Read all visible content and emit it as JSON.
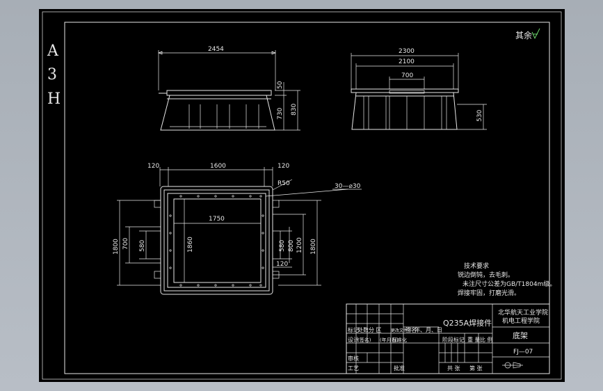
{
  "sheet": {
    "format_label": [
      "A",
      "3",
      "H"
    ],
    "roughness_note": "其余"
  },
  "front_view": {
    "dims": {
      "overall_width": "2454",
      "top_thickness": "50",
      "height_730": "730",
      "height_830": "830"
    }
  },
  "side_view": {
    "dims": {
      "overall_width": "2300",
      "inner_width": "2100",
      "opening_width": "700",
      "height_530": "530"
    }
  },
  "plan_view": {
    "dims": {
      "left_margin": "120",
      "middle_span": "1600",
      "right_margin": "120",
      "corner_radius": "R50",
      "hole_note": "30—⌀30",
      "inner_width": "1750",
      "outer_height": "1800",
      "height_700": "700",
      "height_580": "580",
      "inner_height": "1860",
      "right_580": "580",
      "right_800": "800",
      "right_1200": "1200",
      "right_1800": "1800",
      "right_offset": "120"
    }
  },
  "tech_requirements": {
    "heading": "技术要求",
    "lines": [
      "锐边倒钝，去毛刺。",
      "未注尺寸公差为GB/T1804m级。",
      "焊接牢固，打磨光滑。"
    ]
  },
  "title_block": {
    "material": "Q235A焊接件",
    "school_line1": "北华航天工业学院",
    "school_line2": "机电工程学院",
    "drawing_name": "底架",
    "drawing_code": "FJ—07",
    "cells": {
      "biaoji": "标记",
      "chushu": "处数",
      "fenqu": "分 区",
      "gengai": "更改文件号",
      "qianming": "签名",
      "nianyueri": "年、月、日",
      "sheji": "设计",
      "qianming2": "(签名)",
      "nianyueri2": "(年月日)",
      "biaozhunhua": "标准化",
      "jieduan": "阶段标记",
      "zhongliang": "重 量",
      "bili": "比 例",
      "shenhe": "审核",
      "gongyi": "工艺",
      "pizhun": "批准",
      "gongzhang": "共 张",
      "dizhang": "第 张"
    }
  }
}
